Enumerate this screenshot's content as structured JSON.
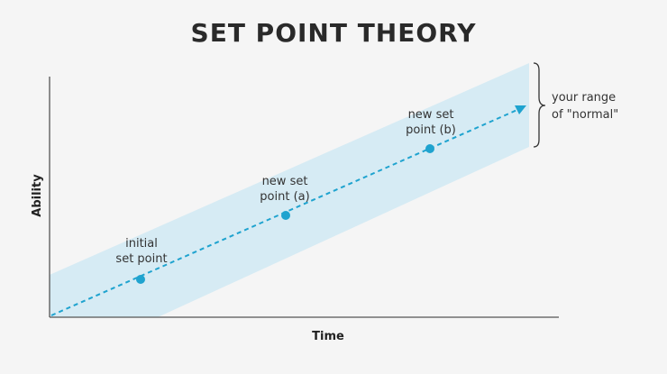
{
  "title": "SET POINT THEORY",
  "axes": {
    "x_label": "Time",
    "y_label": "Ability"
  },
  "colors": {
    "background": "#f5f5f5",
    "band": "#d6ebf4",
    "trend": "#1fa3cf",
    "axis": "#555555",
    "text": "#2a2a2a"
  },
  "band_label": [
    "your range",
    "of \"normal\""
  ],
  "points": [
    {
      "id": "initial",
      "label": [
        "initial",
        "set point"
      ]
    },
    {
      "id": "a",
      "label": [
        "new set",
        "point (a)"
      ]
    },
    {
      "id": "b",
      "label": [
        "new set",
        "point (b)"
      ]
    }
  ]
}
